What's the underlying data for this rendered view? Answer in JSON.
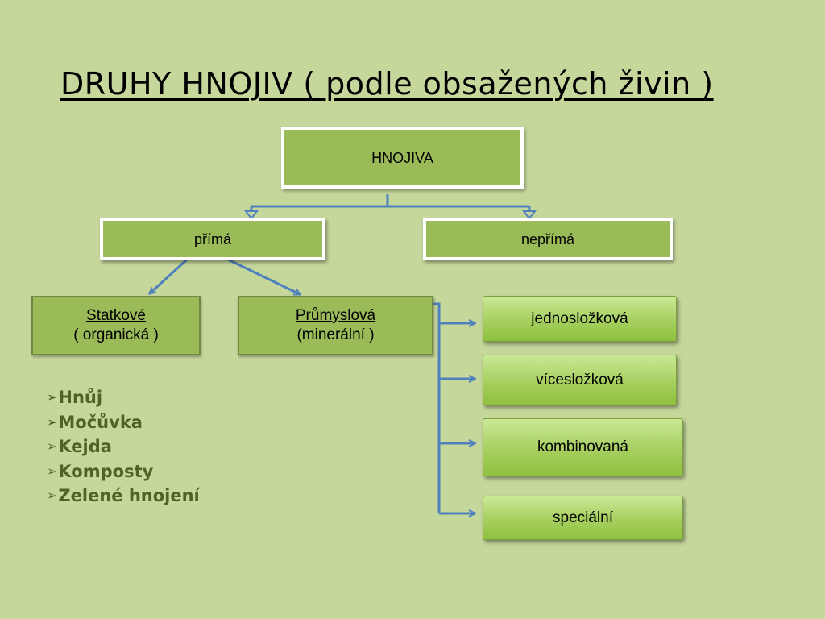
{
  "title": "DRUHY HNOJIV ( podle obsažených živin )",
  "nodes": {
    "root": "HNOJIVA",
    "direct": "přímá",
    "indirect": "nepřímá",
    "farm": {
      "name": "Statkové",
      "sub": "( organická )"
    },
    "industrial": {
      "name": "Průmyslová",
      "sub": "(minerální )"
    },
    "single": "jednosložková",
    "multi": "vícesložková",
    "combined": "kombinovaná",
    "special": "speciální"
  },
  "bullet_symbol": "➢",
  "organic_examples": [
    "Hnůj",
    "Močůvka",
    "Kejda",
    "Komposty",
    "Zelené hnojení"
  ],
  "colors": {
    "background": "#c6d79c",
    "box_fill": "#9bbb59",
    "connector": "#4f81bd",
    "list_text": "#4f6228"
  }
}
